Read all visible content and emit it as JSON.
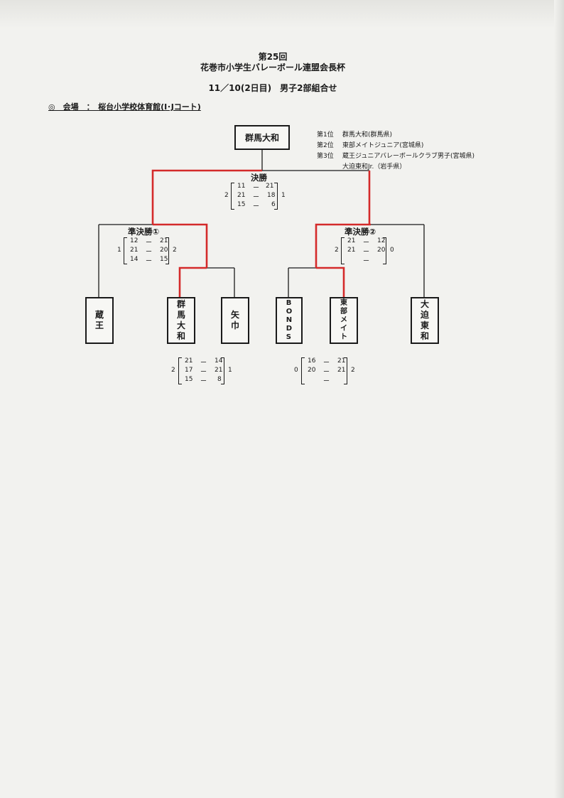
{
  "header": {
    "edition": "第25回",
    "tournament": "花巻市小学生バレーボール連盟会長杯",
    "day_title": "11／10(2日目)　男子2部組合せ",
    "venue": "◎　会場　：　桜台小学校体育館(I･Jコート)"
  },
  "rankings": [
    {
      "place": "第1位",
      "team": "群馬大和(群馬県)"
    },
    {
      "place": "第2位",
      "team": "東部メイトジュニア(宮城県)"
    },
    {
      "place": "第3位",
      "team": "蔵王ジュニアバレーボールクラブ男子(宮城県)"
    },
    {
      "place": "",
      "team": "大迫東和Jr.（岩手県）"
    }
  ],
  "champion": "群馬大和",
  "rounds": {
    "final": "決勝",
    "semi1": "準決勝①",
    "semi2": "準決勝②"
  },
  "teams": {
    "zao": "蔵王",
    "gunma": "群馬大和",
    "yahaba": "矢巾",
    "bonds": "BONDS",
    "tobu": "東部メイト",
    "osako": "大迫東和"
  },
  "scores": {
    "final": {
      "left": "2",
      "right": "1",
      "sets": [
        [
          "11",
          "21"
        ],
        [
          "21",
          "18"
        ],
        [
          "15",
          "6"
        ]
      ]
    },
    "semi1": {
      "left": "1",
      "right": "2",
      "sets": [
        [
          "12",
          "21"
        ],
        [
          "21",
          "20"
        ],
        [
          "14",
          "15"
        ]
      ]
    },
    "semi2": {
      "left": "2",
      "right": "0",
      "sets": [
        [
          "21",
          "12"
        ],
        [
          "21",
          "20"
        ],
        [
          "",
          ""
        ]
      ]
    },
    "q1": {
      "left": "2",
      "right": "1",
      "sets": [
        [
          "21",
          "14"
        ],
        [
          "17",
          "21"
        ],
        [
          "15",
          "8"
        ]
      ]
    },
    "q2": {
      "left": "0",
      "right": "2",
      "sets": [
        [
          "16",
          "21"
        ],
        [
          "20",
          "21"
        ],
        [
          "",
          ""
        ]
      ]
    }
  },
  "colors": {
    "winner_line": "#d42a2a",
    "line": "#1a1a1a"
  }
}
